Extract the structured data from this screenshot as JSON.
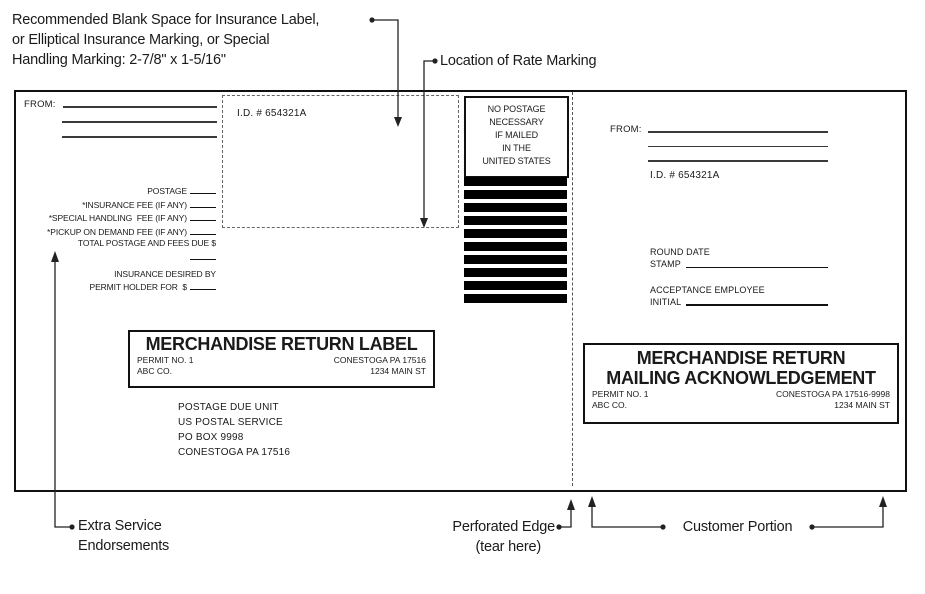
{
  "annotations": {
    "blank_space": {
      "line1": "Recommended Blank Space for Insurance Label,",
      "line2": "or Elliptical Insurance Marking, or Special",
      "line3": "Handling Marking: 2-7/8\" x 1-5/16\""
    },
    "rate_marking": "Location of Rate Marking",
    "extra_service": {
      "line1": "Extra Service",
      "line2": "Endorsements"
    },
    "perforated_edge": {
      "line1": "Perforated Edge",
      "line2": "(tear here)"
    },
    "customer_portion": "Customer Portion"
  },
  "label_portion": {
    "from_label": "FROM:",
    "id_number": "I.D. # 654321A",
    "fees": {
      "rows": [
        {
          "label": "POSTAGE",
          "blank": true
        },
        {
          "label": "*INSURANCE FEE (IF ANY)",
          "blank": true
        },
        {
          "label": "*SPECIAL HANDLING  FEE (IF ANY)",
          "blank": true
        },
        {
          "label": "*PICKUP ON DEMAND FEE (IF ANY)",
          "blank": true
        },
        {
          "label": "TOTAL POSTAGE AND FEES DUE $",
          "blank": false
        },
        {
          "label": "",
          "blank": true
        },
        {
          "label": "INSURANCE DESIRED BY",
          "blank": false,
          "gap": true
        },
        {
          "label": "PERMIT HOLDER FOR  $",
          "blank": true
        }
      ]
    },
    "no_postage": [
      "NO POSTAGE",
      "NECESSARY",
      "IF MAILED",
      "IN THE",
      "UNITED STATES"
    ],
    "bar_count": 10,
    "mrl_box": {
      "title": "MERCHANDISE RETURN LABEL",
      "permit_no": "PERMIT NO. 1",
      "company": "ABC CO.",
      "city": "CONESTOGA PA 17516",
      "street": "1234 MAIN ST"
    },
    "return_address": [
      "POSTAGE DUE UNIT",
      "US POSTAL SERVICE",
      "PO BOX 9998",
      "CONESTOGA PA 17516"
    ]
  },
  "ack_portion": {
    "from_label": "FROM:",
    "id_number": "I.D. # 654321A",
    "round_date_line1": "ROUND DATE",
    "round_date_line2": "STAMP",
    "acceptance_line1": "ACCEPTANCE EMPLOYEE",
    "acceptance_line2": "INITIAL",
    "mrma_box": {
      "title_line1": "MERCHANDISE RETURN",
      "title_line2": "MAILING ACKNOWLEDGEMENT",
      "permit_no": "PERMIT NO. 1",
      "company": "ABC CO.",
      "city": "CONESTOGA PA 17516-9998",
      "street": "1234 MAIN ST"
    }
  },
  "colors": {
    "ink": "#1a1a1a",
    "bar": "#000000",
    "dash": "#555555"
  }
}
